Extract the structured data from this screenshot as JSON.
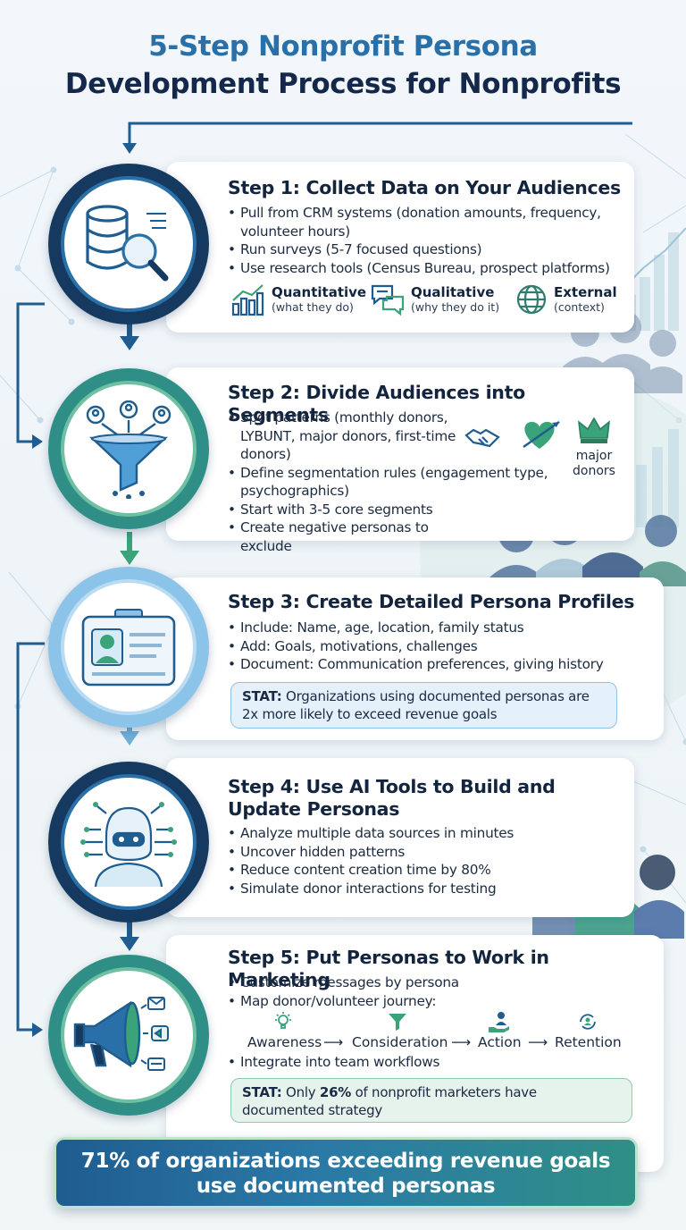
{
  "title": {
    "line1": "5-Step Nonprofit Persona",
    "line2": "Development Process for Nonprofits"
  },
  "colors": {
    "navy": "#13284a",
    "blue": "#2a70a8",
    "teal": "#2f8f86",
    "green": "#3aa37a",
    "light_blue": "#8fc1e6"
  },
  "steps": [
    {
      "icon": "database-search-icon",
      "title": "Step 1: Collect Data on Your Audiences",
      "bullets": [
        "Pull from CRM systems (donation amounts, frequency, volunteer hours)",
        "Run surveys (5-7 focused questions)",
        "Use research tools (Census Bureau, prospect platforms)"
      ],
      "data_types": [
        {
          "icon": "bar-chart-icon",
          "label": "Quantitative",
          "sub": "(what they do)"
        },
        {
          "icon": "chat-bubbles-icon",
          "label": "Qualitative",
          "sub": "(why they do it)"
        },
        {
          "icon": "globe-icon",
          "label": "External",
          "sub": "(context)"
        }
      ]
    },
    {
      "icon": "funnel-people-icon",
      "title": "Step 2: Divide Audiences into Segments",
      "bullets": [
        "Spot patterns (monthly donors, LYBUNT, major donors, first-time donors)",
        "Define segmentation rules (engagement type, psychographics)",
        "Start with 3-5 core segments",
        "Create negative personas to exclude"
      ],
      "badge_icons": [
        "handshake-icon",
        "heart-arrow-icon",
        "crown-icon"
      ],
      "badge_label": "major donors"
    },
    {
      "icon": "profile-card-icon",
      "title": "Step 3: Create Detailed Persona Profiles",
      "bullets": [
        "Include: Name, age, location, family status",
        "Add: Goals, motivations, challenges",
        "Document: Communication preferences, giving history"
      ],
      "stat_prefix": "STAT:",
      "stat_text": "Organizations using documented personas are 2x more likely to exceed revenue goals"
    },
    {
      "icon": "ai-robot-icon",
      "title": "Step 4: Use AI Tools to Build and Update Personas",
      "bullets": [
        "Analyze multiple data sources in minutes",
        "Uncover hidden patterns",
        "Reduce content creation time by 80%",
        "Simulate donor interactions for testing"
      ]
    },
    {
      "icon": "megaphone-icon",
      "title": "Step 5: Put Personas to Work in Marketing",
      "bullets": [
        "Customize messages by persona",
        "Map donor/volunteer journey:"
      ],
      "journey": [
        {
          "icon": "lightbulb-icon",
          "label": "Awareness"
        },
        {
          "icon": "funnel-icon",
          "label": "Consideration"
        },
        {
          "icon": "hand-person-icon",
          "label": "Action"
        },
        {
          "icon": "refresh-person-icon",
          "label": "Retention"
        }
      ],
      "journey_arrow": "⟶",
      "bullets_after": [
        "Integrate into team workflows"
      ],
      "stat_prefix": "STAT:",
      "stat_mid1": "Only ",
      "stat_highlight": "26%",
      "stat_mid2": " of nonprofit marketers have documented strategy"
    }
  ],
  "banner": {
    "line1": "71% of organizations exceeding revenue goals",
    "line2": "use documented personas"
  }
}
